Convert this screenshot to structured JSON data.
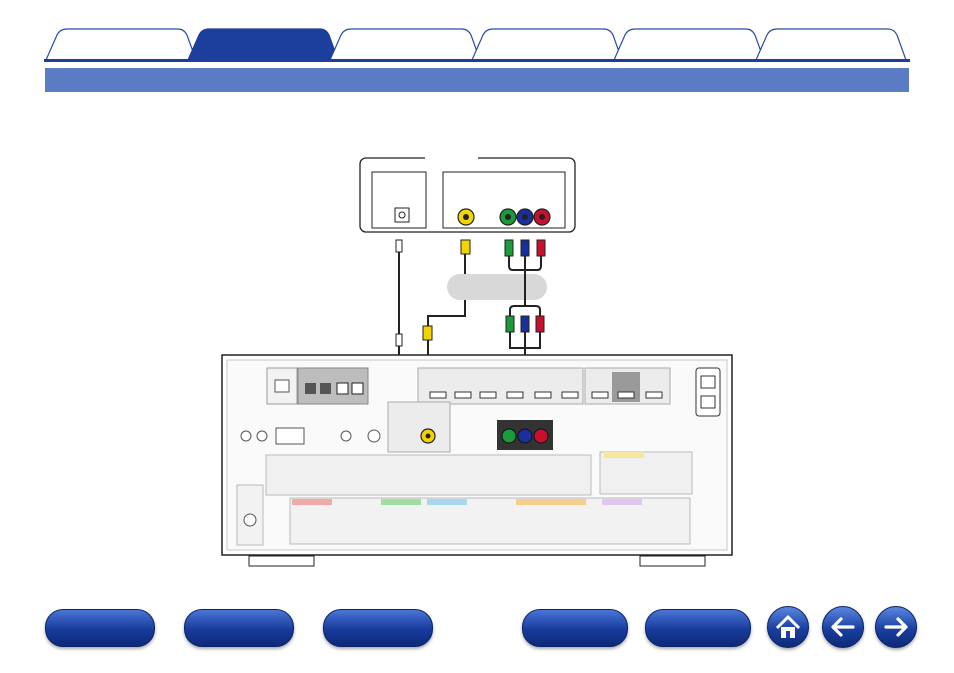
{
  "tabs": [
    {
      "id": "tab-1",
      "label": ""
    },
    {
      "id": "tab-2",
      "label": "",
      "active": true
    },
    {
      "id": "tab-3",
      "label": ""
    },
    {
      "id": "tab-4",
      "label": ""
    },
    {
      "id": "tab-5",
      "label": ""
    },
    {
      "id": "tab-6",
      "label": ""
    }
  ],
  "section_title": "",
  "footer": {
    "buttons": [
      "",
      "",
      "",
      "",
      ""
    ],
    "icons": [
      "home-icon",
      "arrow-left-icon",
      "arrow-right-icon"
    ]
  },
  "colors": {
    "accent": "#1c3f9e",
    "bar": "#5b7bc4",
    "green": "#1a9a3a",
    "blue": "#1b2f9c",
    "red": "#c8102e",
    "yellow": "#f2d400"
  }
}
